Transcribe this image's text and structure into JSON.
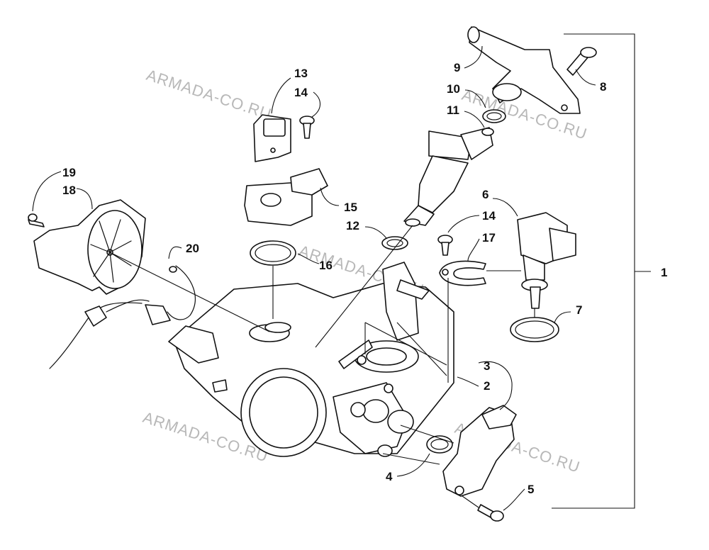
{
  "watermark": "ARMADA-CO.RU",
  "callouts": {
    "c1": "1",
    "c2": "2",
    "c3": "3",
    "c4": "4",
    "c5": "5",
    "c6": "6",
    "c7": "7",
    "c8": "8",
    "c9": "9",
    "c10": "10",
    "c11": "11",
    "c12": "12",
    "c13": "13",
    "c14a": "14",
    "c14b": "14",
    "c15": "15",
    "c16": "16",
    "c17": "17",
    "c18": "18",
    "c19": "19",
    "c20": "20"
  }
}
